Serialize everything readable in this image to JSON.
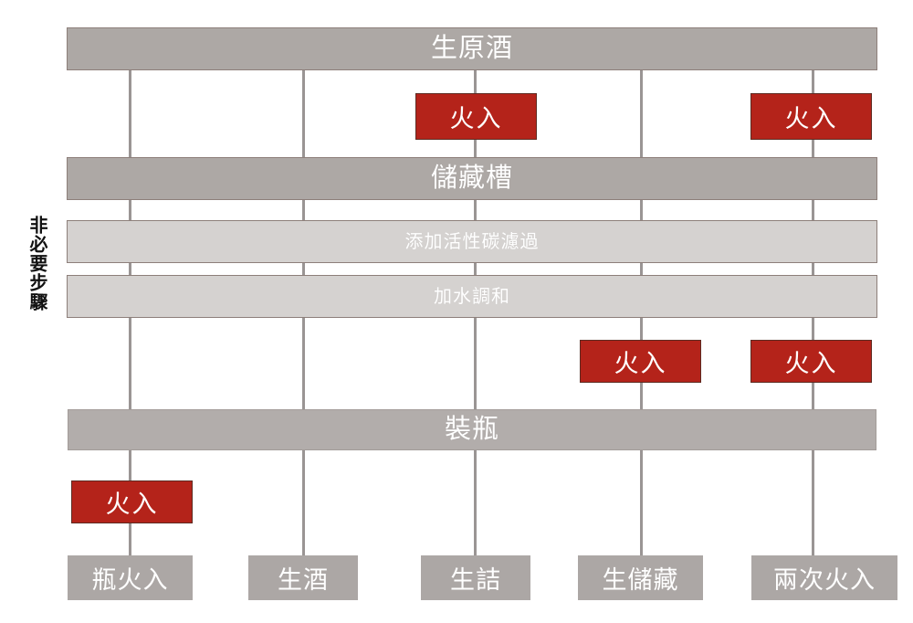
{
  "diagram": {
    "title_text": "生原酒",
    "side_note": "非必要步驟",
    "colors": {
      "bar_main": "#ADA8A5",
      "bar_optional": "#D5D2D0",
      "bar_bottling": "#B2ADAB",
      "hiire_red": "#B4231A",
      "outcome_gray": "#ACA7A5",
      "line_gray": "#9A9594",
      "text_white": "#FFFFFF"
    },
    "stages": [
      {
        "id": "namagenshu",
        "label": "生原酒",
        "optional": false
      },
      {
        "id": "chozoso",
        "label": "儲藏槽",
        "optional": false
      },
      {
        "id": "kasseitan",
        "label": "添加活性碳濾過",
        "optional": true
      },
      {
        "id": "kasui",
        "label": "加水調和",
        "optional": true
      },
      {
        "id": "bottling",
        "label": "裝瓶",
        "optional": false
      }
    ],
    "hiire_label": "火入",
    "hiire_boxes": [
      {
        "id": "hiire-r1-c3",
        "label": "火入",
        "column": 3,
        "row": "after-namagenshu"
      },
      {
        "id": "hiire-r1-c5",
        "label": "火入",
        "column": 5,
        "row": "after-namagenshu"
      },
      {
        "id": "hiire-r2-c4",
        "label": "火入",
        "column": 4,
        "row": "before-bottling"
      },
      {
        "id": "hiire-r2-c5",
        "label": "火入",
        "column": 5,
        "row": "before-bottling"
      },
      {
        "id": "hiire-r3-c1",
        "label": "火入",
        "column": 1,
        "row": "after-bottling"
      }
    ],
    "outcomes": [
      {
        "id": "bin-hiire",
        "label": "瓶火入",
        "column": 1
      },
      {
        "id": "namazake",
        "label": "生酒",
        "column": 2
      },
      {
        "id": "namazume",
        "label": "生詰",
        "column": 3
      },
      {
        "id": "namachozo",
        "label": "生儲藏",
        "column": 4
      },
      {
        "id": "niji-hiire",
        "label": "兩次火入",
        "column": 5
      }
    ],
    "columns": [
      1,
      2,
      3,
      4,
      5
    ]
  }
}
